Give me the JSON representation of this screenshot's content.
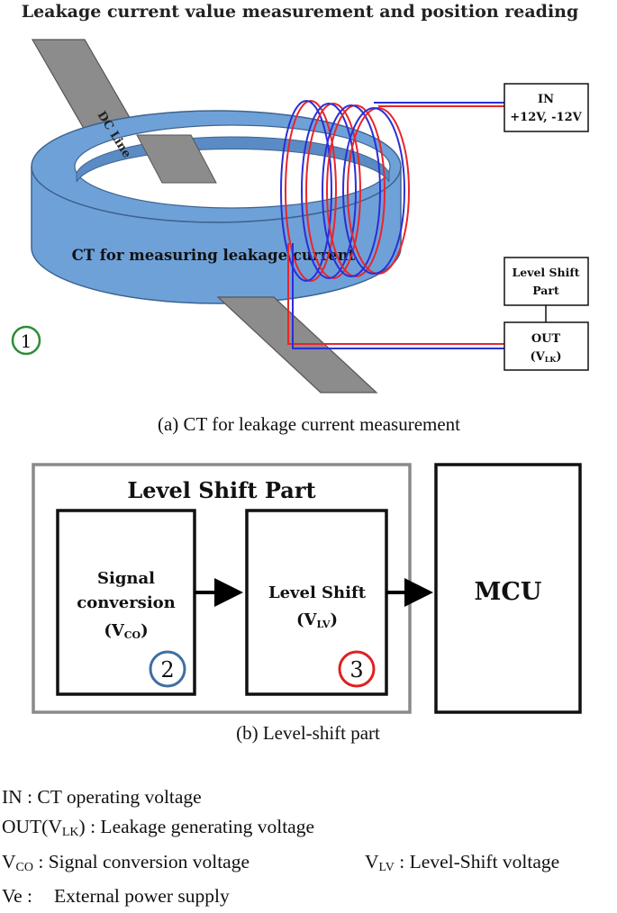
{
  "title": "Leakage current value measurement and position reading",
  "panel_a": {
    "dc_line_label": "DC Line",
    "ct_label": "CT for measuring leakage current",
    "marker": "1",
    "in_box": {
      "line1": "IN",
      "line2": "+12V, -12V"
    },
    "level_shift_box": {
      "line1": "Level Shift",
      "line2": "Part"
    },
    "out_box": {
      "line1": "OUT",
      "line2_main": "(V",
      "line2_sub": "LK",
      "line2_end": ")"
    },
    "caption": "(a) CT for leakage current measurement"
  },
  "panel_b": {
    "outer_label": "Level Shift Part",
    "block1": {
      "line1": "Signal",
      "line2": "conversion",
      "line3_main": "(V",
      "line3_sub": "CO",
      "line3_end": ")",
      "marker": "2"
    },
    "block2": {
      "line1": "Level Shift",
      "line2_main": "(V",
      "line2_sub": "LV",
      "line2_end": ")",
      "marker": "3"
    },
    "mcu_label": "MCU",
    "caption": "(b) Level-shift part"
  },
  "legend": {
    "in": {
      "term": "IN",
      "desc": " : CT operating voltage"
    },
    "out": {
      "term": "OUT(V",
      "sub": "LK",
      "desc": ") : Leakage generating voltage"
    },
    "vco": {
      "term": "V",
      "sub": "CO",
      "desc": " : Signal conversion voltage"
    },
    "vlv": {
      "term": "V",
      "sub": "LV",
      "desc": " : Level-Shift voltage"
    },
    "ve": {
      "term": "Ve :",
      "desc": "External power supply"
    }
  },
  "colors": {
    "ring": "#6fa1d9",
    "ring_edge": "#3d648f",
    "dc_line": "#8c8c8c",
    "wire_red": "#e8262b",
    "wire_blue": "#2a2fd6",
    "marker1": "#2e8b3a",
    "marker2": "#3f6fa3",
    "marker3": "#e02020",
    "block_border": "#111111",
    "outer_border": "#8a8a8a"
  }
}
